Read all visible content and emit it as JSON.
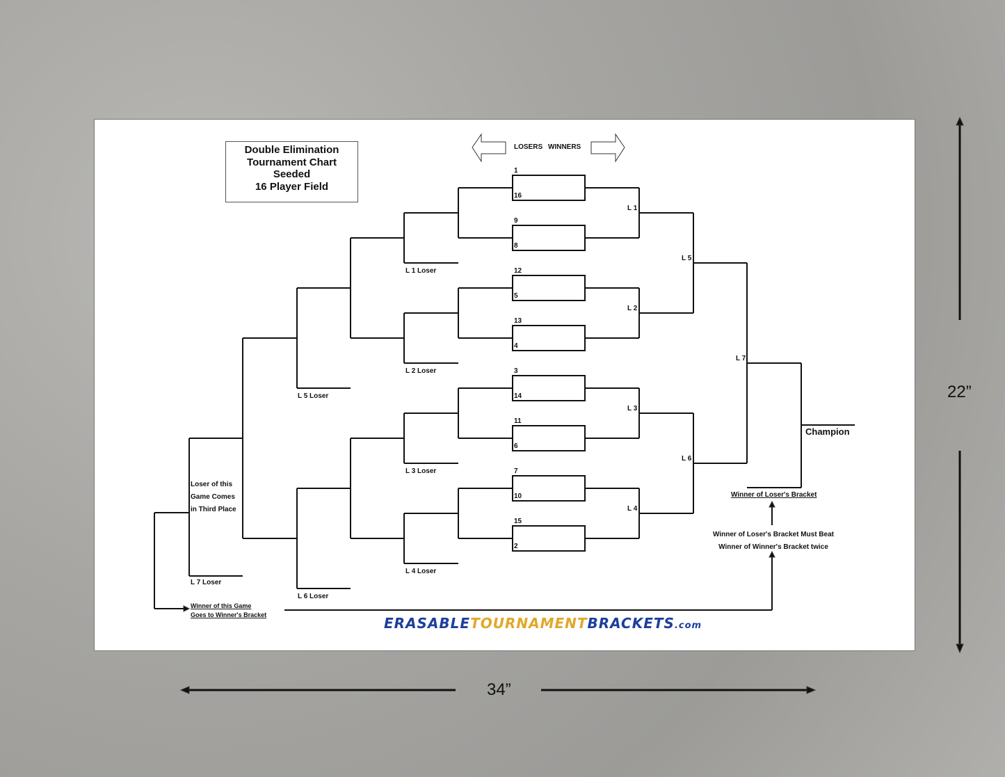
{
  "title": [
    "Double Elimination",
    "Tournament Chart",
    "Seeded",
    "16 Player Field"
  ],
  "header": {
    "losers": "LOSERS",
    "winners": "WINNERS"
  },
  "seeds": [
    [
      "1",
      "16"
    ],
    [
      "9",
      "8"
    ],
    [
      "12",
      "5"
    ],
    [
      "13",
      "4"
    ],
    [
      "3",
      "14"
    ],
    [
      "11",
      "6"
    ],
    [
      "7",
      "10"
    ],
    [
      "15",
      "2"
    ]
  ],
  "winners_labels": [
    "L 1",
    "L 2",
    "L 3",
    "L 4",
    "L 5",
    "L 6",
    "L 7"
  ],
  "losers_labels": [
    "L 1 Loser",
    "L 2 Loser",
    "L 3 Loser",
    "L 4 Loser",
    "L 5 Loser",
    "L 6 Loser",
    "L 7 Loser"
  ],
  "champion": "Champion",
  "third_place": [
    "Loser of this",
    "Game Comes",
    "in Third Place"
  ],
  "winner_note": [
    "Winner of this Game",
    "Goes to Winner's Bracket"
  ],
  "losers_bracket_winner": "Winner of Loser's Bracket",
  "must_beat": [
    "Winner of Loser's Bracket Must Beat",
    "Winner of Winner's Bracket twice"
  ],
  "logo": {
    "part1": "ERASABLE",
    "part2": "TOURNAMENT",
    "part3": "BRACKETS",
    ".com": ".com"
  },
  "dimensions": {
    "height": "22”",
    "width": "34”"
  },
  "colors": {
    "logo_blue": "#1d3f9c",
    "logo_gold": "#e0a82a"
  }
}
